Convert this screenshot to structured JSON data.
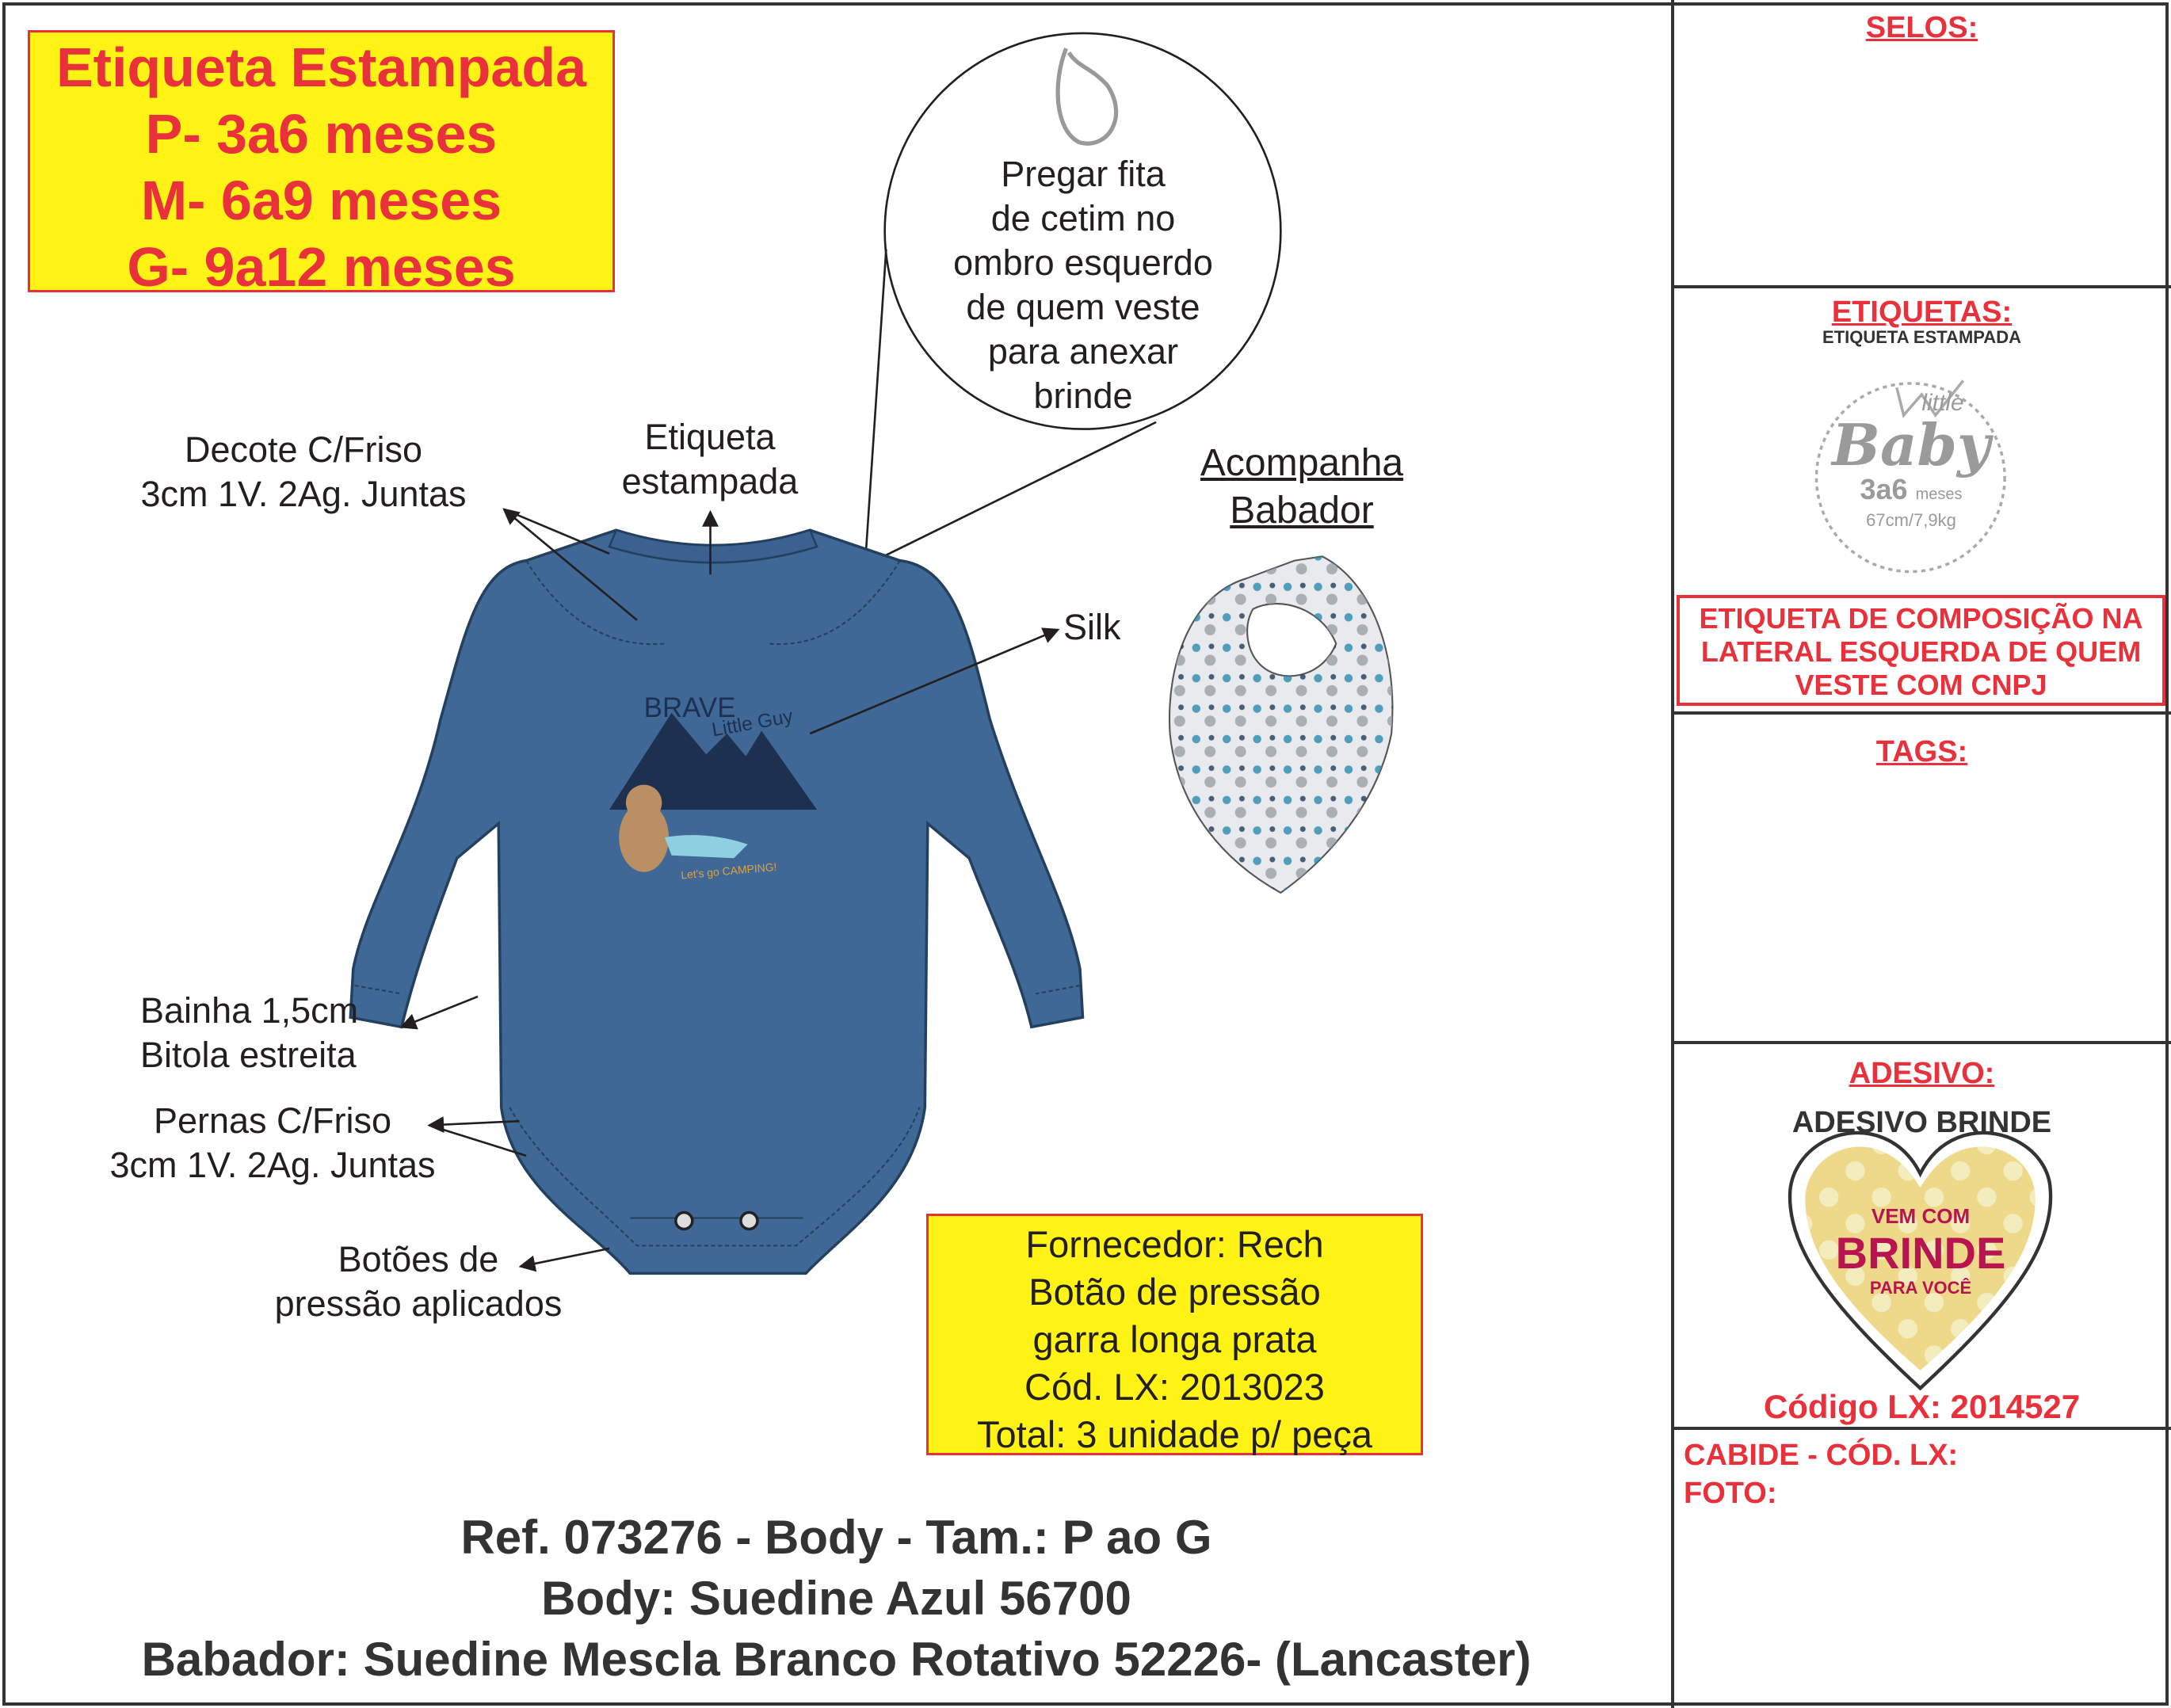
{
  "size_box": {
    "lines": [
      "Etiqueta Estampada",
      "P- 3a6 meses",
      "M- 6a9 meses",
      "G- 9a12 meses"
    ]
  },
  "callout": {
    "lines": [
      "Pregar fita",
      "de cetim no",
      "ombro esquerdo",
      "de quem veste",
      "para anexar",
      "brinde"
    ]
  },
  "labels": {
    "decote": [
      "Decote C/Friso",
      "3cm 1V. 2Ag. Juntas"
    ],
    "etiqueta": [
      "Etiqueta",
      "estampada"
    ],
    "acompanha": [
      "Acompanha",
      "Babador"
    ],
    "silk": "Silk",
    "bainha": [
      "Bainha 1,5cm",
      "Bitola estreita"
    ],
    "pernas": [
      "Pernas C/Friso",
      "3cm 1V. 2Ag. Juntas"
    ],
    "botoes": [
      "Botões de",
      "pressão aplicados"
    ]
  },
  "print_art": {
    "line1": "BRAVE",
    "line2": "Little Guy",
    "line3": "Let's go CAMPING!"
  },
  "supplier_box": {
    "lines": [
      "Fornecedor: Rech",
      "Botão de pressão",
      "garra longa prata",
      "Cód. LX: 2013023",
      "Total: 3 unidade p/ peça"
    ]
  },
  "footer": {
    "lines": [
      "Ref. 073276 - Body - Tam.: P ao G",
      "Body: Suedine Azul 56700",
      "Babador: Suedine Mescla Branco Rotativo 52226- (Lancaster)"
    ]
  },
  "right_panel": {
    "selos": "SELOS:",
    "etiquetas": "ETIQUETAS:",
    "etiquetas_sub": "ETIQUETA ESTAMPADA",
    "logo": {
      "small": "little",
      "big": "Baby",
      "size": "3a6",
      "unit": "meses",
      "measure": "67cm/7,9kg"
    },
    "composicao": [
      "ETIQUETA DE COMPOSIÇÃO NA",
      "LATERAL ESQUERDA DE QUEM",
      "VESTE COM CNPJ"
    ],
    "tags": "TAGS:",
    "adesivo": "ADESIVO:",
    "adesivo_sub": "ADESIVO BRINDE",
    "sticker": {
      "l1": "VEM COM",
      "l2": "BRINDE",
      "l3": "PARA VOCÊ"
    },
    "codigo": "Código LX: 2014527",
    "cabide": "CABIDE - CÓD. LX:",
    "foto": "FOTO:"
  },
  "colors": {
    "red": "#e8313a",
    "yellow": "#fff215",
    "body_blue": "#3f6896"
  }
}
